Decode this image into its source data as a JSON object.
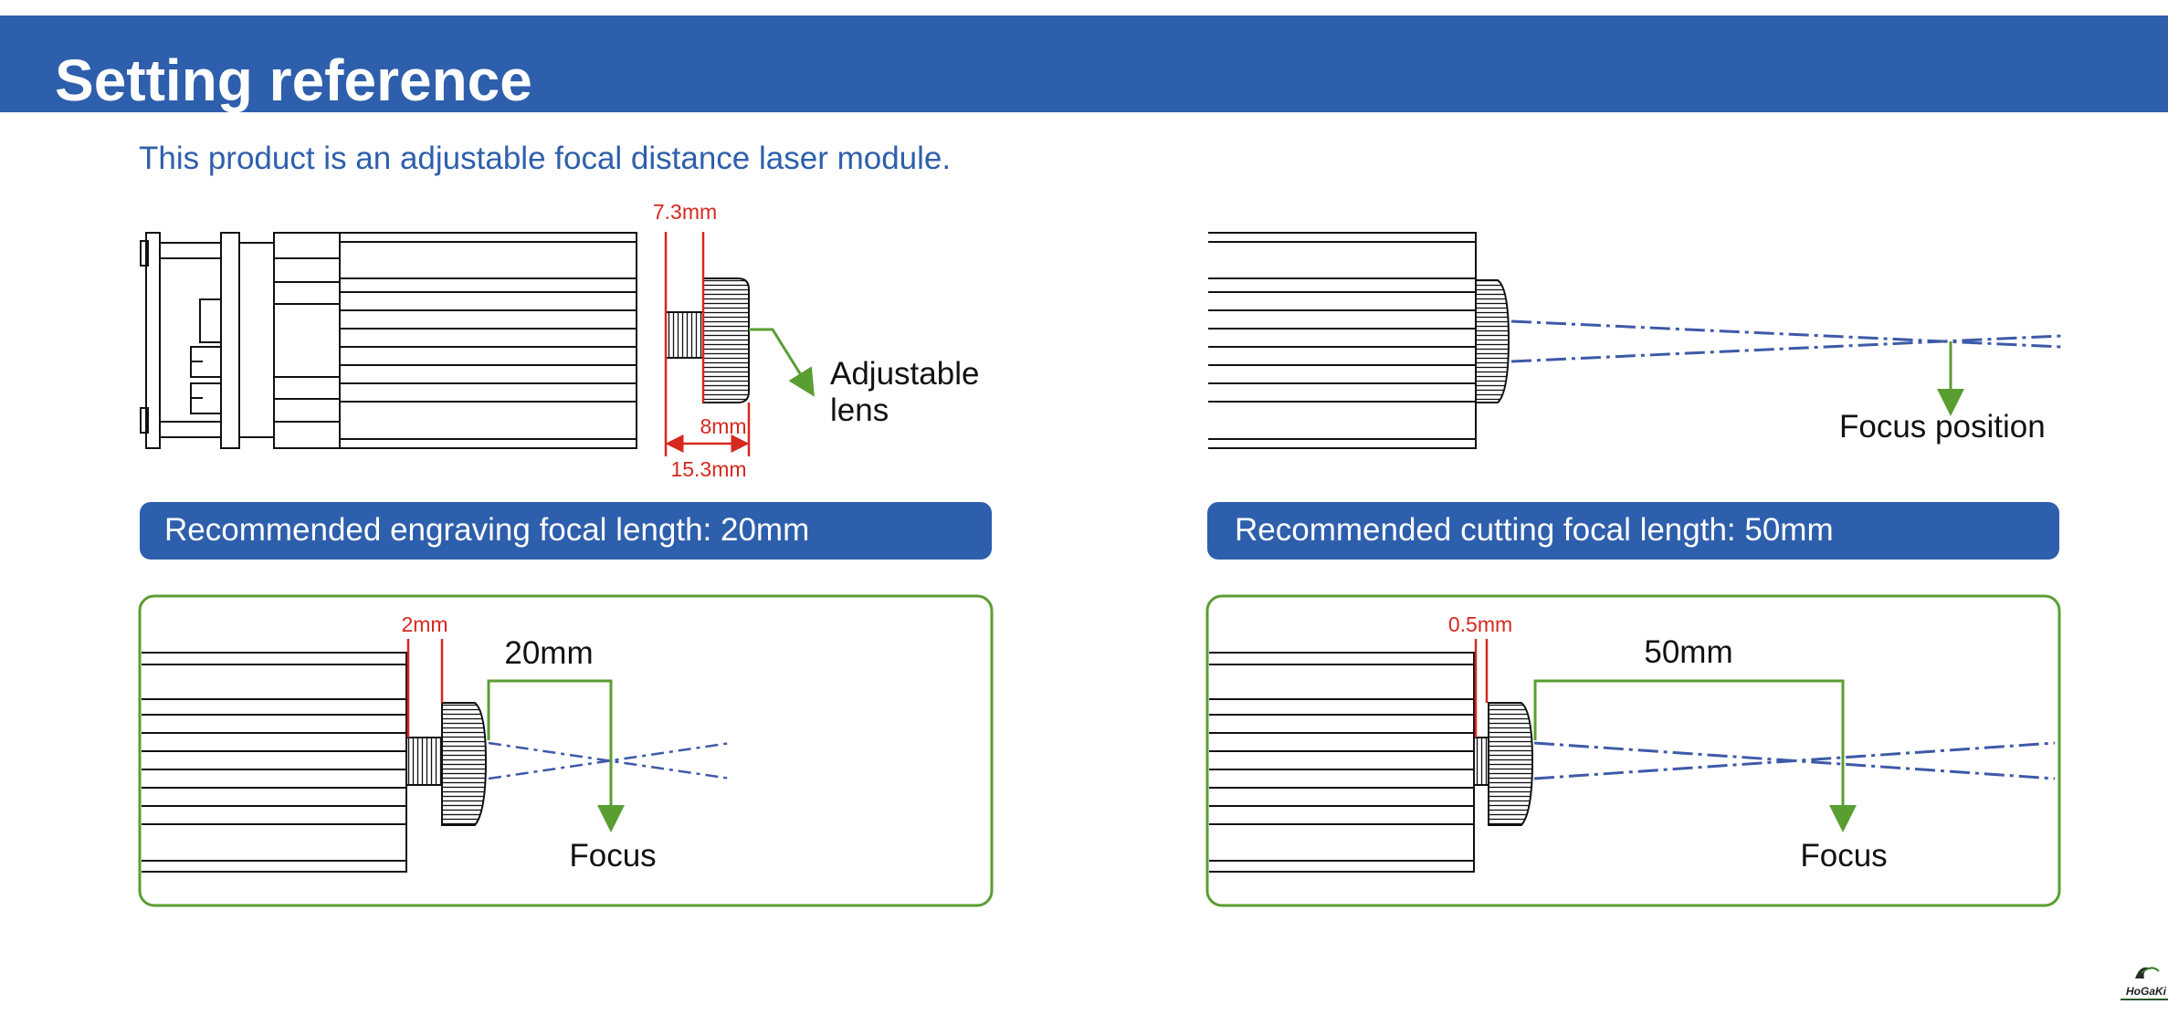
{
  "header": {
    "title": "Setting reference"
  },
  "intro": "This product is an adjustable focal distance laser module.",
  "module_diagram": {
    "dim_lens_gap": "7.3mm",
    "dim_lens_body": "8mm",
    "dim_total": "15.3mm",
    "lens_label_line1": "Adjustable",
    "lens_label_line2": "lens"
  },
  "focus_diagram": {
    "label": "Focus position"
  },
  "engraving": {
    "banner": "Recommended engraving focal length: 20mm",
    "gap": "2mm",
    "focal_length": "20mm",
    "focus_label": "Focus"
  },
  "cutting": {
    "banner": "Recommended cutting focal length: 50mm",
    "gap": "0.5mm",
    "focal_length": "50mm",
    "focus_label": "Focus"
  },
  "logo": {
    "text": "HoGaKi"
  },
  "colors": {
    "brand_blue": "#2e5fac",
    "dimension_red": "#d6281f",
    "pointer_green": "#5a9e32",
    "beam_blue": "#3d5aa8"
  }
}
